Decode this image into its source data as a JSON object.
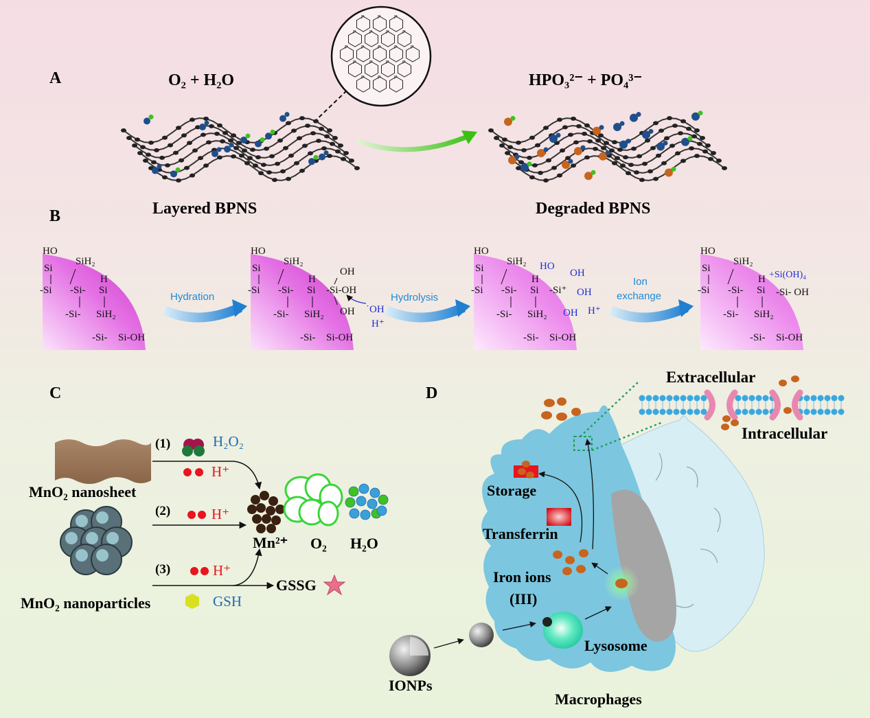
{
  "panels": {
    "A": {
      "letter": "A",
      "reactants": "O₂ + H₂O",
      "products": "HPO₃²⁻   + PO₄³⁻",
      "layered_label": "Layered BPNS",
      "degraded_label": "Degraded BPNS",
      "lattice_atom": "P"
    },
    "B": {
      "letter": "B",
      "steps": [
        "Hydration",
        "Hydrolysis",
        "Ion",
        "exchange"
      ],
      "chem": {
        "ho": "HO",
        "si": "Si",
        "sih2": "SiH₂",
        "h": "H",
        "oh": "OH",
        "oh_radical": "˙OH",
        "h_plus": "H⁺",
        "si_plus": "Si⁺",
        "siaoh4": "+Si(OH)₄"
      }
    },
    "C": {
      "letter": "C",
      "nanosheet": "MnO₂ nanosheet",
      "nanoparticles": "MnO₂ nanoparticles",
      "route1": "(1)",
      "route2": "(2)",
      "route3": "(3)",
      "h2o2": "H₂O₂",
      "h_plus": "H⁺",
      "gsh": "GSH",
      "gssg": "GSSG",
      "mn2": "Mn²⁺",
      "o2": "O₂",
      "h2o": "H₂O"
    },
    "D": {
      "letter": "D",
      "extracellular": "Extracellular",
      "intracellular": "Intracellular",
      "storage": "Storage",
      "transferrin": "Transferrin",
      "iron_ions": "Iron ions",
      "iron_state": "(III)",
      "lysosome": "Lysosome",
      "ionps": "IONPs",
      "macrophages": "Macrophages"
    }
  },
  "colors": {
    "magenta": "#d64fd6",
    "arrow_blue": "#2f8fd8",
    "chem_blue": "#1f2fd0",
    "red": "#e8141e",
    "cell": "#7fc8e0",
    "iron": "#c8641e",
    "green_arrow": "#3fc21f"
  }
}
